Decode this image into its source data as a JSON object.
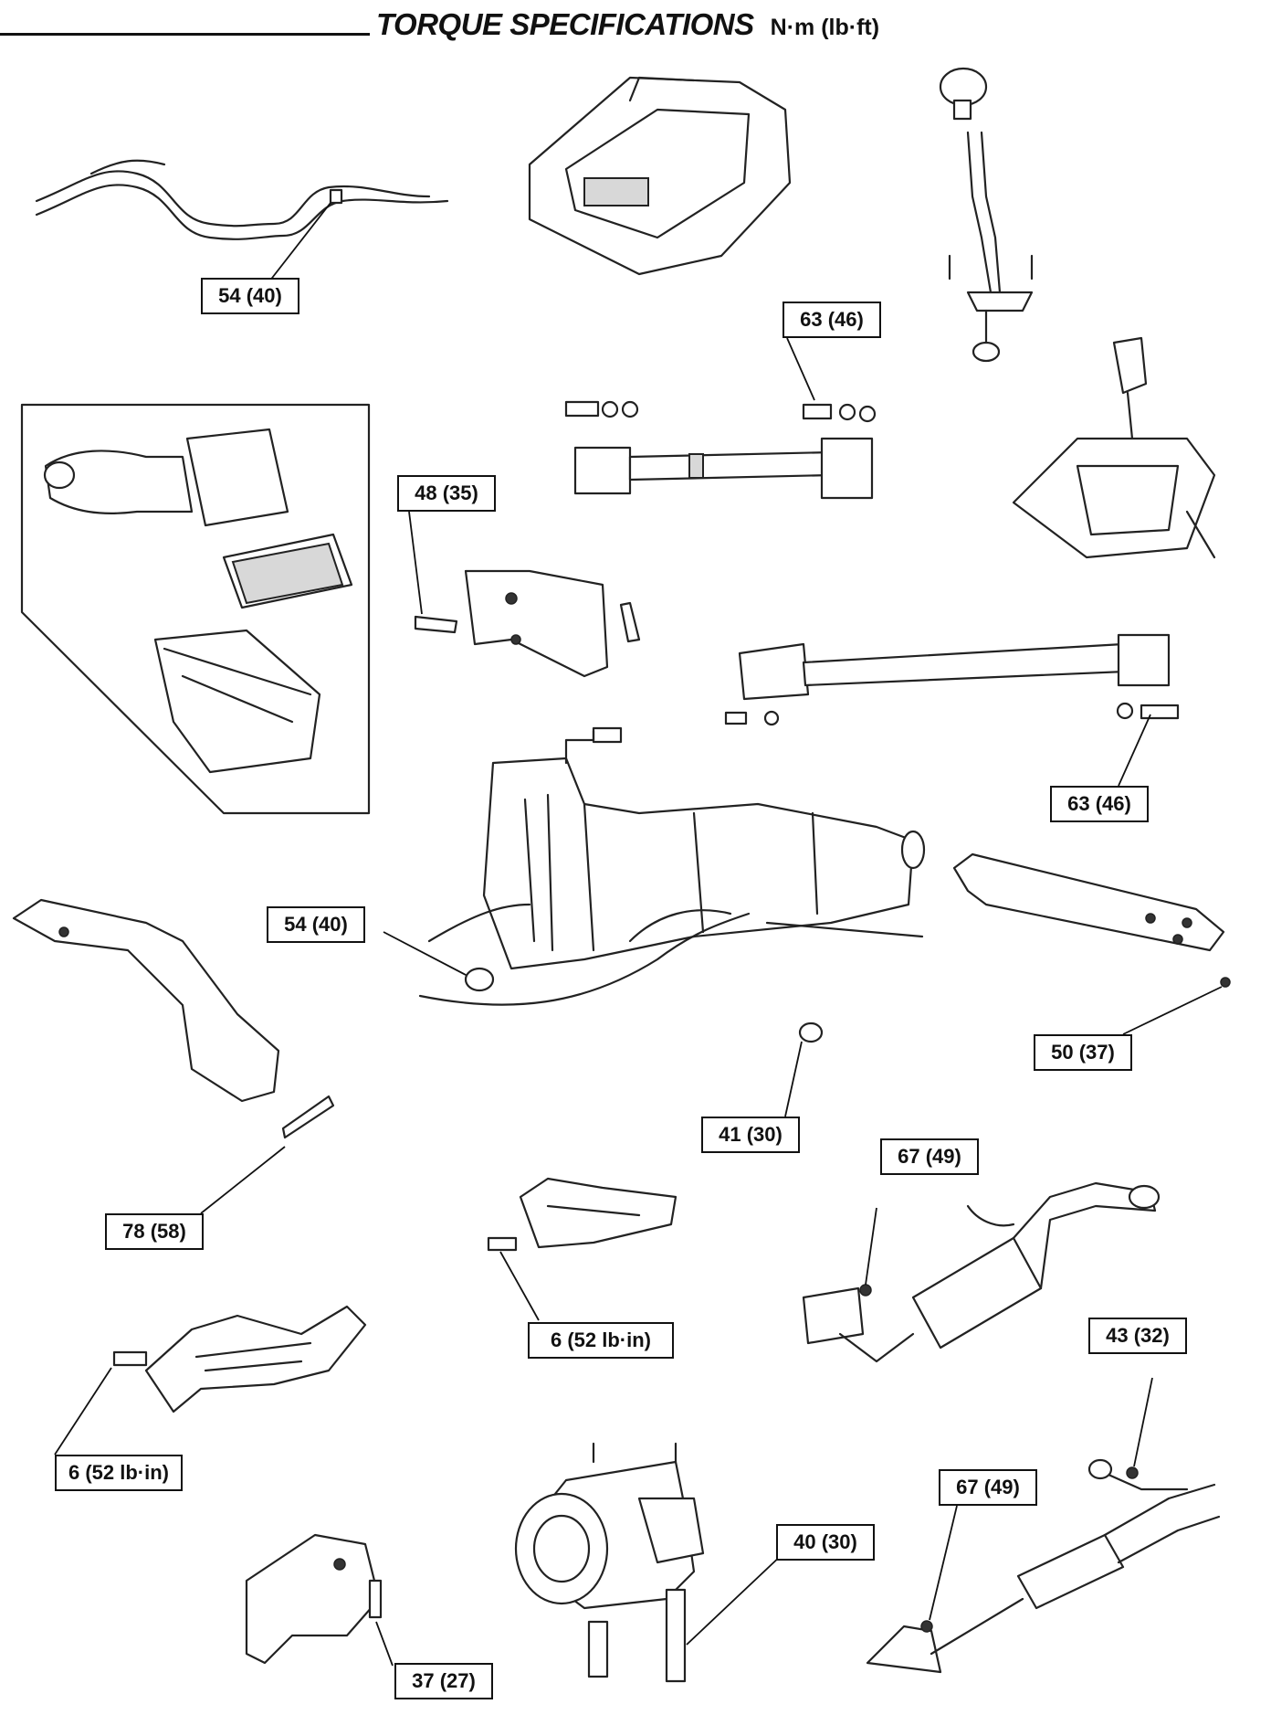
{
  "header": {
    "title": "TORQUE SPECIFICATIONS",
    "units": "N·m (lb·ft)"
  },
  "callouts": [
    {
      "id": "fuel-line-bolt",
      "value": "54 (40)"
    },
    {
      "id": "front-propshaft-bolt",
      "value": "63 (46)"
    },
    {
      "id": "bracket-bolt",
      "value": "48 (35)"
    },
    {
      "id": "rear-propshaft-bolt",
      "value": "63 (46)"
    },
    {
      "id": "transmission-mount-bolt",
      "value": "54 (40)"
    },
    {
      "id": "crossmember-bolt",
      "value": "50 (37)"
    },
    {
      "id": "transmission-drain-plug",
      "value": "41 (30)"
    },
    {
      "id": "front-crossmember-bolt",
      "value": "78 (58)"
    },
    {
      "id": "heat-shield-bolt",
      "value": "6 (52 lb·in)"
    },
    {
      "id": "front-exhaust-nut",
      "value": "67 (49)"
    },
    {
      "id": "skid-plate-bolt",
      "value": "6 (52 lb·in)"
    },
    {
      "id": "rear-exhaust-nut",
      "value": "43 (32)"
    },
    {
      "id": "lower-exhaust-nut",
      "value": "67 (49)"
    },
    {
      "id": "starter-bolt",
      "value": "40 (30)"
    },
    {
      "id": "starter-bracket-bolt",
      "value": "37 (27)"
    }
  ]
}
